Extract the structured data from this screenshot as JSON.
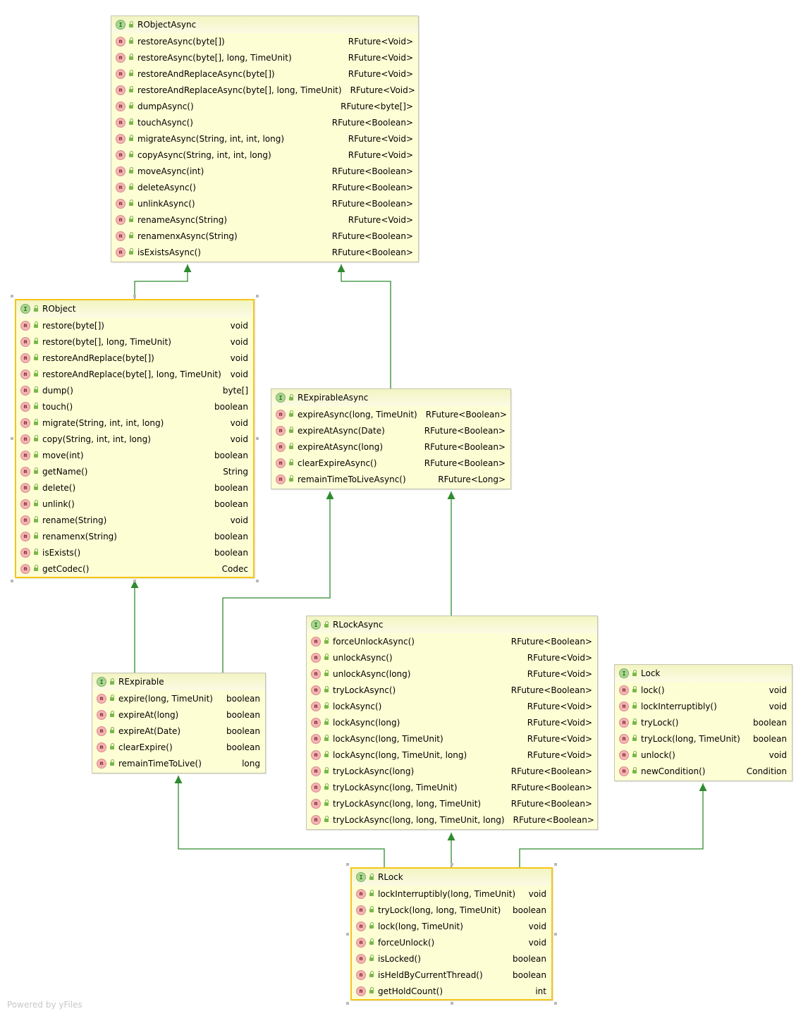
{
  "diagram": {
    "nodes": [
      {
        "id": "RObjectAsync",
        "title": "RObjectAsync",
        "members": [
          {
            "sig": "restoreAsync(byte[])",
            "ret": "RFuture<Void>"
          },
          {
            "sig": "restoreAsync(byte[], long, TimeUnit)",
            "ret": "RFuture<Void>"
          },
          {
            "sig": "restoreAndReplaceAsync(byte[])",
            "ret": "RFuture<Void>"
          },
          {
            "sig": "restoreAndReplaceAsync(byte[], long, TimeUnit)",
            "ret": "RFuture<Void>"
          },
          {
            "sig": "dumpAsync()",
            "ret": "RFuture<byte[]>"
          },
          {
            "sig": "touchAsync()",
            "ret": "RFuture<Boolean>"
          },
          {
            "sig": "migrateAsync(String, int, int, long)",
            "ret": "RFuture<Void>"
          },
          {
            "sig": "copyAsync(String, int, int, long)",
            "ret": "RFuture<Void>"
          },
          {
            "sig": "moveAsync(int)",
            "ret": "RFuture<Boolean>"
          },
          {
            "sig": "deleteAsync()",
            "ret": "RFuture<Boolean>"
          },
          {
            "sig": "unlinkAsync()",
            "ret": "RFuture<Boolean>"
          },
          {
            "sig": "renameAsync(String)",
            "ret": "RFuture<Void>"
          },
          {
            "sig": "renamenxAsync(String)",
            "ret": "RFuture<Boolean>"
          },
          {
            "sig": "isExistsAsync()",
            "ret": "RFuture<Boolean>"
          }
        ]
      },
      {
        "id": "RObject",
        "title": "RObject",
        "members": [
          {
            "sig": "restore(byte[])",
            "ret": "void"
          },
          {
            "sig": "restore(byte[], long, TimeUnit)",
            "ret": "void"
          },
          {
            "sig": "restoreAndReplace(byte[])",
            "ret": "void"
          },
          {
            "sig": "restoreAndReplace(byte[], long, TimeUnit)",
            "ret": "void"
          },
          {
            "sig": "dump()",
            "ret": "byte[]"
          },
          {
            "sig": "touch()",
            "ret": "boolean"
          },
          {
            "sig": "migrate(String, int, int, long)",
            "ret": "void"
          },
          {
            "sig": "copy(String, int, int, long)",
            "ret": "void"
          },
          {
            "sig": "move(int)",
            "ret": "boolean"
          },
          {
            "sig": "getName()",
            "ret": "String"
          },
          {
            "sig": "delete()",
            "ret": "boolean"
          },
          {
            "sig": "unlink()",
            "ret": "boolean"
          },
          {
            "sig": "rename(String)",
            "ret": "void"
          },
          {
            "sig": "renamenx(String)",
            "ret": "boolean"
          },
          {
            "sig": "isExists()",
            "ret": "boolean"
          },
          {
            "sig": "getCodec()",
            "ret": "Codec"
          }
        ]
      },
      {
        "id": "RExpirableAsync",
        "title": "RExpirableAsync",
        "members": [
          {
            "sig": "expireAsync(long, TimeUnit)",
            "ret": "RFuture<Boolean>"
          },
          {
            "sig": "expireAtAsync(Date)",
            "ret": "RFuture<Boolean>"
          },
          {
            "sig": "expireAtAsync(long)",
            "ret": "RFuture<Boolean>"
          },
          {
            "sig": "clearExpireAsync()",
            "ret": "RFuture<Boolean>"
          },
          {
            "sig": "remainTimeToLiveAsync()",
            "ret": "RFuture<Long>"
          }
        ]
      },
      {
        "id": "RExpirable",
        "title": "RExpirable",
        "members": [
          {
            "sig": "expire(long, TimeUnit)",
            "ret": "boolean"
          },
          {
            "sig": "expireAt(long)",
            "ret": "boolean"
          },
          {
            "sig": "expireAt(Date)",
            "ret": "boolean"
          },
          {
            "sig": "clearExpire()",
            "ret": "boolean"
          },
          {
            "sig": "remainTimeToLive()",
            "ret": "long"
          }
        ]
      },
      {
        "id": "RLockAsync",
        "title": "RLockAsync",
        "members": [
          {
            "sig": "forceUnlockAsync()",
            "ret": "RFuture<Boolean>"
          },
          {
            "sig": "unlockAsync()",
            "ret": "RFuture<Void>"
          },
          {
            "sig": "unlockAsync(long)",
            "ret": "RFuture<Void>"
          },
          {
            "sig": "tryLockAsync()",
            "ret": "RFuture<Boolean>"
          },
          {
            "sig": "lockAsync()",
            "ret": "RFuture<Void>"
          },
          {
            "sig": "lockAsync(long)",
            "ret": "RFuture<Void>"
          },
          {
            "sig": "lockAsync(long, TimeUnit)",
            "ret": "RFuture<Void>"
          },
          {
            "sig": "lockAsync(long, TimeUnit, long)",
            "ret": "RFuture<Void>"
          },
          {
            "sig": "tryLockAsync(long)",
            "ret": "RFuture<Boolean>"
          },
          {
            "sig": "tryLockAsync(long, TimeUnit)",
            "ret": "RFuture<Boolean>"
          },
          {
            "sig": "tryLockAsync(long, long, TimeUnit)",
            "ret": "RFuture<Boolean>"
          },
          {
            "sig": "tryLockAsync(long, long, TimeUnit, long)",
            "ret": "RFuture<Boolean>"
          }
        ]
      },
      {
        "id": "Lock",
        "title": "Lock",
        "members": [
          {
            "sig": "lock()",
            "ret": "void"
          },
          {
            "sig": "lockInterruptibly()",
            "ret": "void"
          },
          {
            "sig": "tryLock()",
            "ret": "boolean"
          },
          {
            "sig": "tryLock(long, TimeUnit)",
            "ret": "boolean"
          },
          {
            "sig": "unlock()",
            "ret": "void"
          },
          {
            "sig": "newCondition()",
            "ret": "Condition"
          }
        ]
      },
      {
        "id": "RLock",
        "title": "RLock",
        "members": [
          {
            "sig": "lockInterruptibly(long, TimeUnit)",
            "ret": "void"
          },
          {
            "sig": "tryLock(long, long, TimeUnit)",
            "ret": "boolean"
          },
          {
            "sig": "lock(long, TimeUnit)",
            "ret": "void"
          },
          {
            "sig": "forceUnlock()",
            "ret": "void"
          },
          {
            "sig": "isLocked()",
            "ret": "boolean"
          },
          {
            "sig": "isHeldByCurrentThread()",
            "ret": "boolean"
          },
          {
            "sig": "getHoldCount()",
            "ret": "int"
          }
        ]
      }
    ],
    "edges": [
      {
        "from": "RObject",
        "to": "RObjectAsync"
      },
      {
        "from": "RExpirableAsync",
        "to": "RObjectAsync"
      },
      {
        "from": "RExpirable",
        "to": "RObject"
      },
      {
        "from": "RExpirable",
        "to": "RExpirableAsync"
      },
      {
        "from": "RLockAsync",
        "to": "RExpirableAsync"
      },
      {
        "from": "RLock",
        "to": "RExpirable"
      },
      {
        "from": "RLock",
        "to": "RLockAsync"
      },
      {
        "from": "RLock",
        "to": "Lock"
      }
    ],
    "selected": [
      "RObject",
      "RLock"
    ],
    "colors": {
      "edge": "#2e8b2e",
      "node_fill": "#fefed5",
      "selection": "#f5c518"
    }
  },
  "footer": {
    "powered_by": "Powered by yFiles"
  }
}
